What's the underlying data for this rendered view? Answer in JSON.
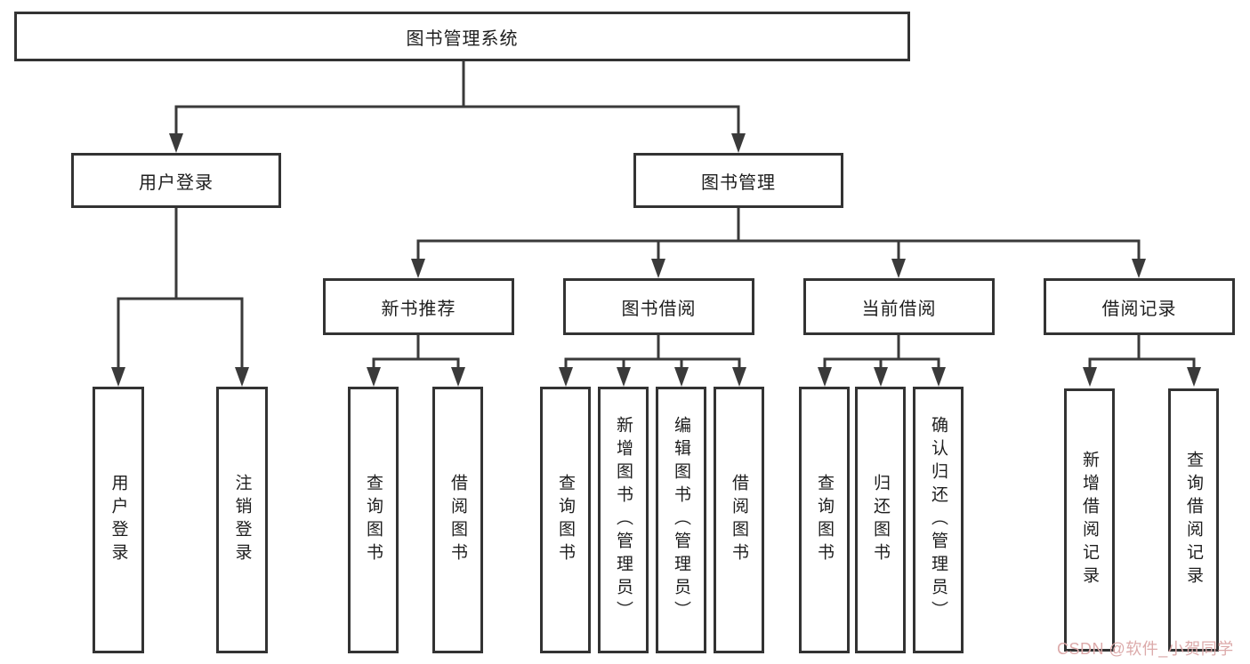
{
  "diagram": {
    "root": "图书管理系统",
    "level2": {
      "login": "用户登录",
      "management": "图书管理"
    },
    "level3": [
      "新书推荐",
      "图书借阅",
      "当前借阅",
      "借阅记录"
    ],
    "leaves": {
      "login": [
        "用户登录",
        "注销登录"
      ],
      "recommend": [
        "查询图书",
        "借阅图书"
      ],
      "borrow": [
        "查询图书",
        "新增图书（管理员）",
        "编辑图书（管理员）",
        "借阅图书"
      ],
      "current": [
        "查询图书",
        "归还图书",
        "确认归还（管理员）"
      ],
      "records": [
        "新增借阅记录",
        "查询借阅记录"
      ]
    }
  },
  "watermark": "CSDN @软件_小贺同学",
  "colors": {
    "line": "#3a3a3a",
    "box_border": "#333333",
    "box_fill": "#ffffff",
    "text": "#1e1e1e",
    "background": "#ffffff",
    "watermark": "#dcaaaa"
  }
}
